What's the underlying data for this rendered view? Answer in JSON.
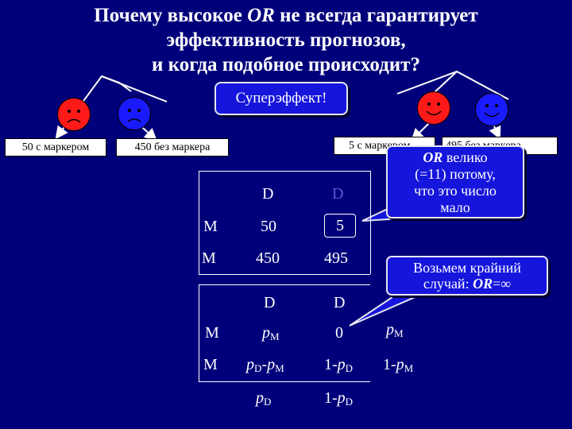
{
  "title": {
    "line1_a": "Почему высокое ",
    "line1_or": "OR",
    "line1_b": " не всегда гарантирует",
    "line2": "эффективность прогнозов,",
    "line3": "и когда подобное происходит?"
  },
  "superbox": {
    "label": "Суперэффект!"
  },
  "labels": {
    "with_marker_50": "50 с маркером",
    "without_marker_450": "450 без маркера",
    "with_marker_5": "5 с маркером",
    "without_marker_495": "495 без маркера"
  },
  "callout_or": {
    "line1_or": "OR",
    "line1_rest": " велико",
    "line2": "(=11) потому,",
    "line3": "что это число",
    "line4": "мало"
  },
  "callout_extreme": {
    "line1": "Возьмем крайний",
    "line2_a": "случай: ",
    "line2_or": "OR",
    "line2_b": "=∞"
  },
  "table1": {
    "col1": "D",
    "col2": "D",
    "row1": "M",
    "row2": "M",
    "r1c1": "50",
    "r1c2": "5",
    "r2c1": "450",
    "r2c2": "495"
  },
  "table2": {
    "col1": "D",
    "col2": "D",
    "row1": "M",
    "row2": "M",
    "p": "p",
    "sub_m": "M",
    "sub_d": "D",
    "dash": "-",
    "one_minus": "1-",
    "zero": "0"
  },
  "colors": {
    "background": "#00007a",
    "sad_face": "#ff1a1a",
    "happy_face_red": "#ff1a1a",
    "face_blue": "#1a1aff",
    "callout": "#1515dc"
  },
  "icons": [
    "sad-face-red-icon",
    "sad-face-blue-icon",
    "happy-face-red-icon",
    "happy-face-blue-icon"
  ]
}
